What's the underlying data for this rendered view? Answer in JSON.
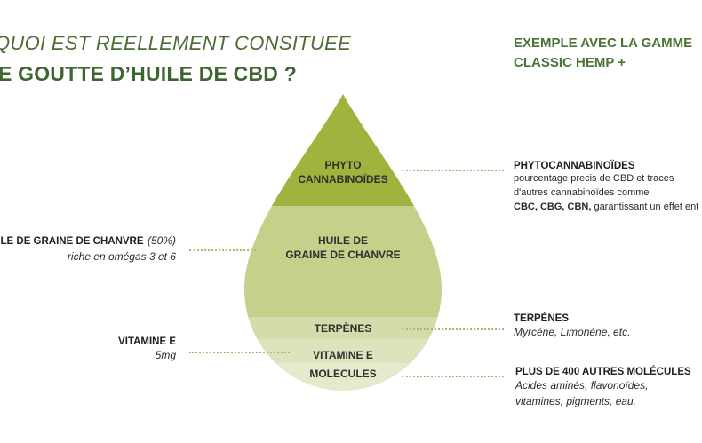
{
  "header": {
    "title_line1": "QUOI EST REELLEMENT CONSITUEE",
    "title_line2": "E GOUTTE D’HUILE DE CBD ?",
    "subtitle": "EXEMPLE AVEC LA GAMME CLASSIC HEMP +"
  },
  "drop": {
    "segments": [
      {
        "label_l1": "PHYTO",
        "label_l2": "CANNABINOÏDES",
        "color": "#9fb43e"
      },
      {
        "label_l1": "HUILE DE",
        "label_l2": "GRAINE DE CHANVRE",
        "color": "#c4d18a"
      },
      {
        "label_l1": "TERPÈNES",
        "color": "#d3dcaa"
      },
      {
        "label_l1": "VITAMINE E",
        "color": "#dde4bd"
      },
      {
        "label_l1": "MOLECULES",
        "color": "#e4eacb"
      }
    ]
  },
  "annotations": {
    "phyto": {
      "title": "PHYTOCANNABINOÏDES",
      "line1": "pourcentage precis de CBD et traces",
      "line2": "d'autres cannabinoïdes comme",
      "line3_bold": "CBC, CBG, CBN,",
      "line3_rest": " garantissant un effet ent"
    },
    "huile": {
      "title": "LE DE GRAINE DE CHANVRE",
      "title_suffix": "(50%)",
      "line1": "riche en omégas 3 et 6"
    },
    "terpenes": {
      "title": "TERPÈNES",
      "line1": "Myrcène, Limonène,  etc."
    },
    "vitamine": {
      "title": "VITAMINE E",
      "line1": "5mg"
    },
    "molecules": {
      "title": "PLUS DE 400 AUTRES MOLÉCULES",
      "line1": "Acides aminés, flavonoïdes,",
      "line2": "vitamines, pigments, eau."
    }
  }
}
